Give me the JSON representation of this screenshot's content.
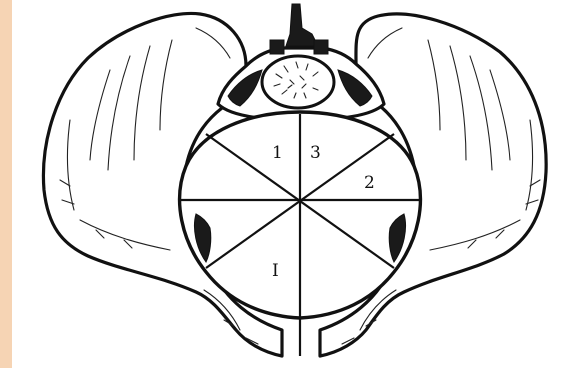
{
  "diagram": {
    "labels": {
      "conjugate_obliqua_left": "1",
      "oblique_upper": "3",
      "conjugate_obliqua_right": "2",
      "transverse": "I"
    }
  }
}
